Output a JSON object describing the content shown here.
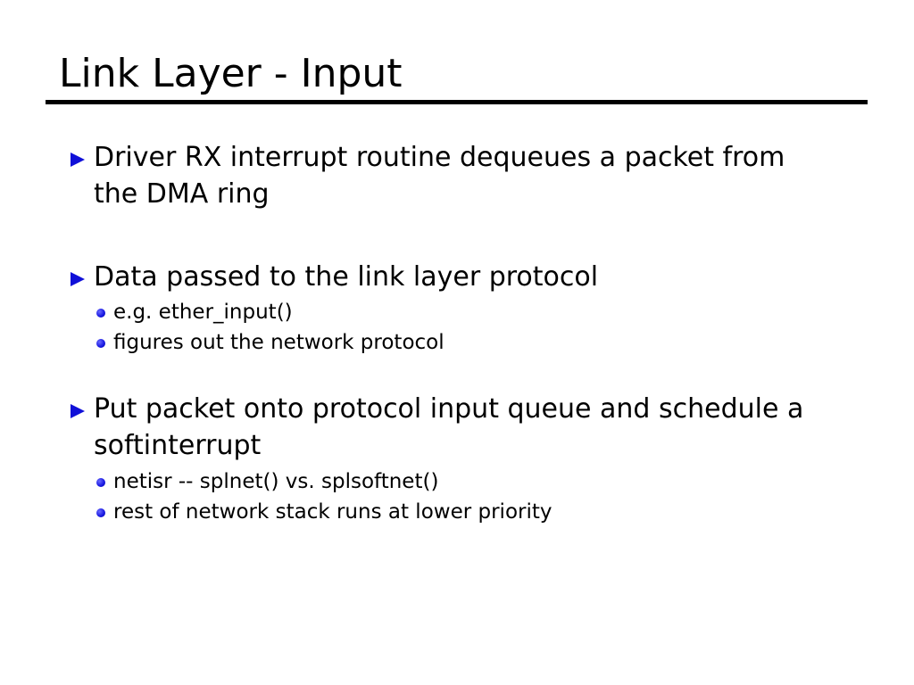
{
  "slide": {
    "title": "Link Layer - Input",
    "bullets": [
      {
        "text": "Driver RX interrupt routine dequeues a packet from the DMA ring",
        "subitems": []
      },
      {
        "text": "Data passed to the link layer protocol",
        "subitems": [
          "e.g. ether_input()",
          "figures out the network protocol"
        ]
      },
      {
        "text": "Put packet onto protocol input queue and schedule a softinterrupt",
        "subitems": [
          "netisr -- splnet() vs. splsoftnet()",
          "rest of network stack runs at lower priority"
        ]
      }
    ]
  },
  "colors": {
    "bullet_marker": "#1010d8",
    "rule": "#000000",
    "text": "#000000",
    "background": "#ffffff"
  },
  "icons": {
    "bullet_marker": "triangle-right-icon",
    "sub_bullet_marker": "dot-icon"
  }
}
